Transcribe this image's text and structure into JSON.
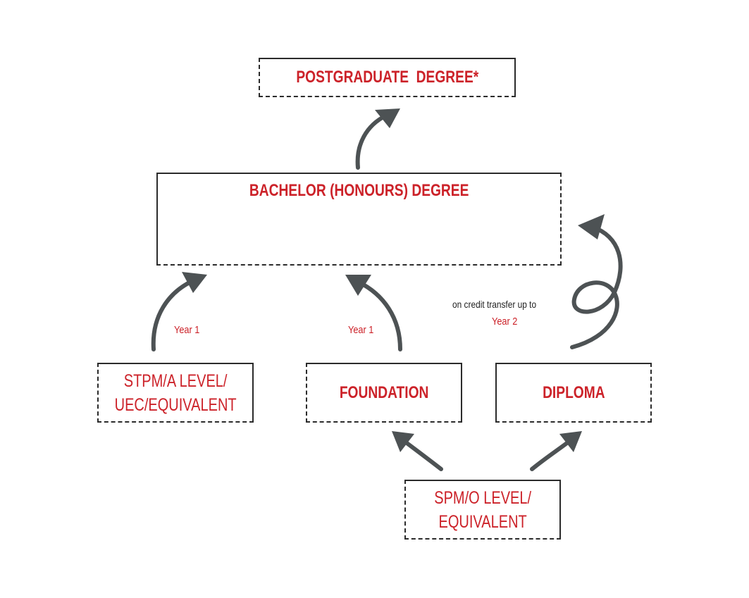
{
  "nodes": {
    "postgraduate": "POSTGRADUATE  DEGREE*",
    "bachelor": "BACHELOR (HONOURS) DEGREE",
    "stpm_line1": "STPM/A LEVEL/",
    "stpm_line2": "UEC/EQUIVALENT",
    "foundation": "FOUNDATION",
    "diploma": "DIPLOMA",
    "spm_line1": "SPM/O LEVEL/",
    "spm_line2": "EQUIVALENT"
  },
  "edge_labels": {
    "stpm_to_bachelor": "Year 1",
    "foundation_to_bachelor": "Year 1",
    "diploma_note": "on credit transfer up to",
    "diploma_to_bachelor": "Year 2"
  },
  "colors": {
    "label_red": "#cc2229",
    "arrow_gray": "#4d5254",
    "border_dark": "#2b2b2b"
  }
}
